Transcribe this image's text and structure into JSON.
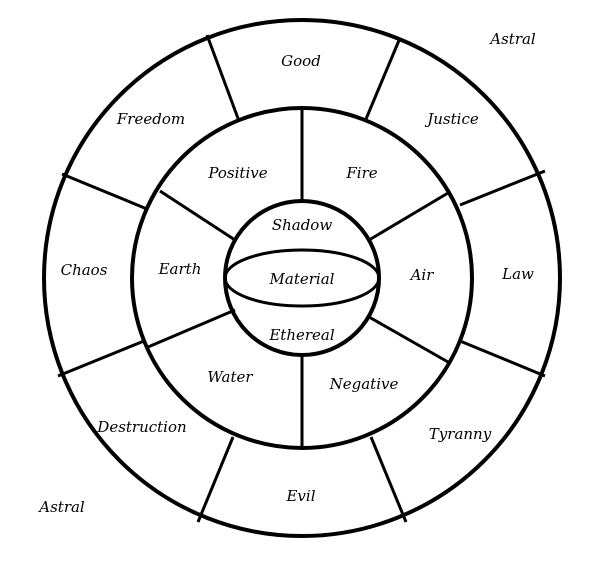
{
  "colors": {
    "stroke": "#000000",
    "background": "#ffffff",
    "text": "#000000"
  },
  "outer_ring": {
    "good": "Good",
    "justice": "Justice",
    "law": "Law",
    "tyranny": "Tyranny",
    "evil": "Evil",
    "destruction": "Destruction",
    "chaos": "Chaos",
    "freedom": "Freedom"
  },
  "inner_ring": {
    "positive": "Positive",
    "fire": "Fire",
    "air": "Air",
    "negative": "Negative",
    "water": "Water",
    "earth": "Earth"
  },
  "center": {
    "shadow": "Shadow",
    "material": "Material",
    "ethereal": "Ethereal"
  },
  "corners": {
    "top_right": "Astral",
    "bottom_left": "Astral"
  }
}
